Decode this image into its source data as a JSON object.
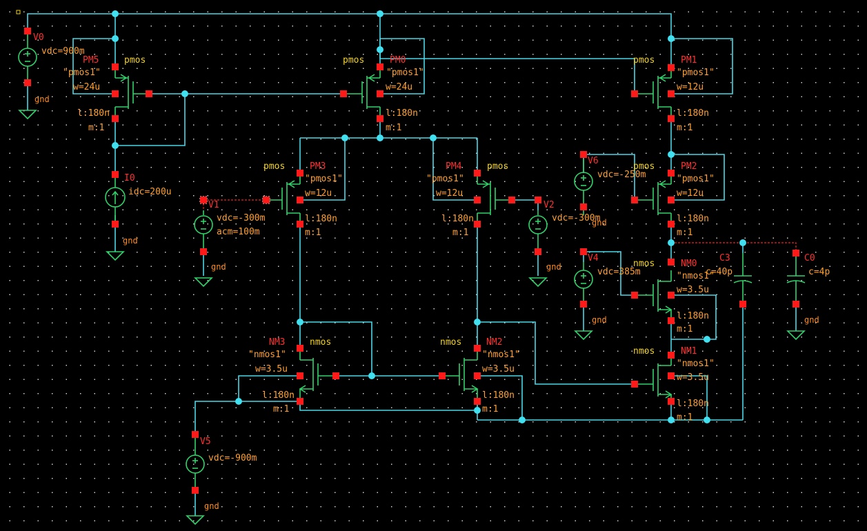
{
  "components": [
    {
      "id": "pm5",
      "name": "PM5",
      "type": "pmos",
      "model": "\"pmos1\"",
      "w": "w=24u",
      "l": "l:180n",
      "m": "m:1"
    },
    {
      "id": "pm0",
      "name": "PM0",
      "type": "pmos",
      "model": "\"pmos1\"",
      "w": "w=24u",
      "l": "l:180n",
      "m": "m:1"
    },
    {
      "id": "pm1",
      "name": "PM1",
      "type": "pmos",
      "model": "\"pmos1\"",
      "w": "w=12u",
      "l": "l:180n",
      "m": "m:1"
    },
    {
      "id": "pm3",
      "name": "PM3",
      "type": "pmos",
      "model": "\"pmos1\"",
      "w": "w=12u",
      "l": "l:180n",
      "m": "m:1"
    },
    {
      "id": "pm4",
      "name": "PM4",
      "type": "pmos",
      "model": "\"pmos1\"",
      "w": "w=12u",
      "l": "l:180n",
      "m": "m:1"
    },
    {
      "id": "pm2",
      "name": "PM2",
      "type": "pmos",
      "model": "\"pmos1\"",
      "w": "w=12u",
      "l": "l:180n",
      "m": "m:1"
    },
    {
      "id": "nm0",
      "name": "NM0",
      "type": "nmos",
      "model": "\"nmos1\"",
      "w": "w=3.5u",
      "l": "l:180n",
      "m": "m:1"
    },
    {
      "id": "nm1",
      "name": "NM1",
      "type": "nmos",
      "model": "\"nmos1\"",
      "w": "w=3.5u",
      "l": "l:180n",
      "m": "m:1"
    },
    {
      "id": "nm2",
      "name": "NM2",
      "type": "nmos",
      "model": "\"nmos1\"",
      "w": "w=3.5u",
      "l": "l:180n",
      "m": "m:1"
    },
    {
      "id": "nm3",
      "name": "NM3",
      "type": "nmos",
      "model": "\"nmos1\"",
      "w": "w=3.5u",
      "l": "l:180n",
      "m": "m:1"
    }
  ],
  "sources": [
    {
      "id": "v0",
      "name": "V0",
      "value": "vdc=900m",
      "gnd": "gnd"
    },
    {
      "id": "i0",
      "name": "I0",
      "value": "idc=200u",
      "gnd": "gnd"
    },
    {
      "id": "v1",
      "name": "V1",
      "value": "vdc=-300m",
      "value2": "acm=100m",
      "gnd": "gnd"
    },
    {
      "id": "v2",
      "name": "V2",
      "value": "vdc=-300m",
      "gnd": "gnd"
    },
    {
      "id": "v6",
      "name": "V6",
      "value": "vdc=-250m",
      "gnd": "gnd"
    },
    {
      "id": "v4",
      "name": "V4",
      "value": "vdc=385m",
      "gnd": "gnd"
    },
    {
      "id": "v5",
      "name": "V5",
      "value": "vdc=-900m",
      "gnd": "gnd"
    }
  ],
  "capacitors": [
    {
      "id": "c3",
      "name": "C3",
      "value": "c=40p"
    },
    {
      "id": "c0",
      "name": "C0",
      "value": "c=4p",
      "gnd": "gnd"
    }
  ],
  "colors": {
    "wire": "#48d8e8",
    "symbol": "#2fd36a",
    "pin": "#ff1a1a",
    "instance": "#ff3030",
    "param": "#ffa02e",
    "model_type": "#f2d21a"
  }
}
